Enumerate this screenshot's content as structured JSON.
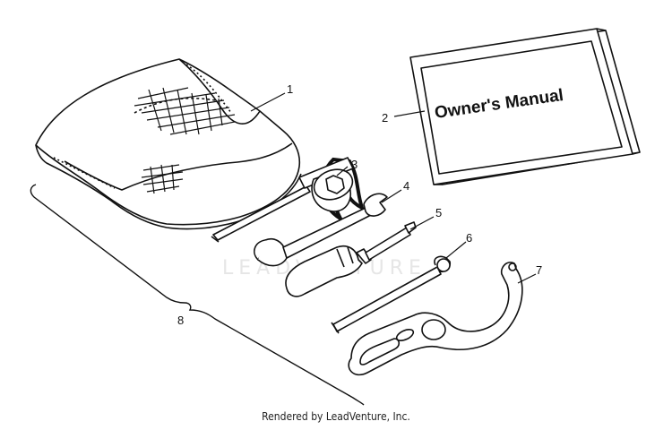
{
  "callouts": [
    "1",
    "2",
    "3",
    "4",
    "5",
    "6",
    "7",
    "8"
  ],
  "manual_cover_text": "Owner's Manual",
  "watermark_text": "LEADVENTURE",
  "credit_text": "Rendered by LeadVenture, Inc."
}
